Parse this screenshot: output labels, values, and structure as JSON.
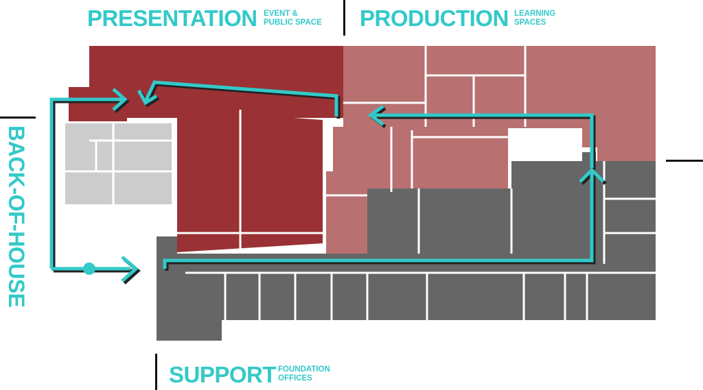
{
  "zones": {
    "presentation": {
      "title": "PRESENTATION",
      "sub1": "EVENT &",
      "sub2": "PUBLIC SPACE"
    },
    "production": {
      "title": "PRODUCTION",
      "sub1": "LEARNING",
      "sub2": "SPACES"
    },
    "support": {
      "title": "SUPPORT",
      "sub1": "FOUNDATION",
      "sub2": "OFFICES"
    },
    "back_of_house": {
      "title": "BACK-OF-HOUSE"
    }
  },
  "colors": {
    "presentation": "#9a3134",
    "production": "#b87070",
    "support": "#666666",
    "back_of_house": "#cccccc",
    "path": "#33c9c9"
  }
}
